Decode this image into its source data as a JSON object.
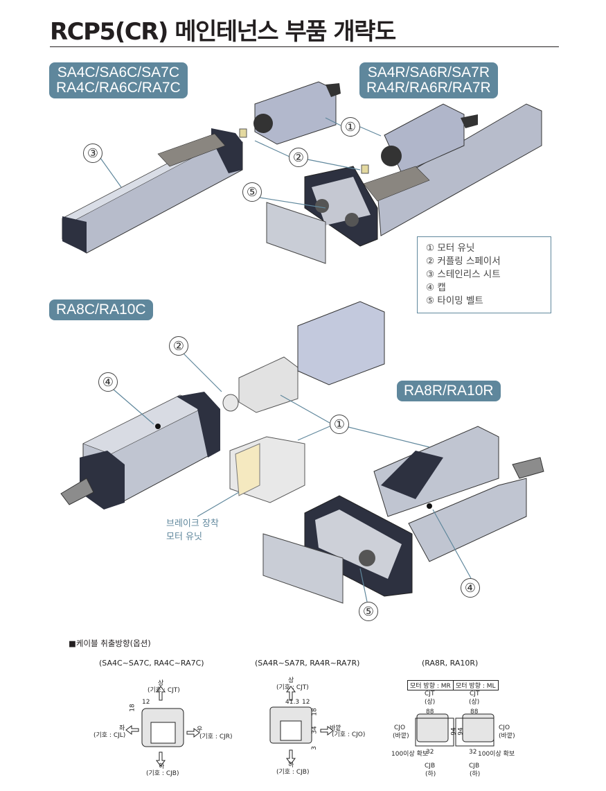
{
  "title": "RCP5(CR) 메인테넌스 부품 개략도",
  "badges": {
    "sa_c": [
      "SA4C/SA6C/SA7C",
      "RA4C/RA6C/RA7C"
    ],
    "sa_r": [
      "SA4R/SA6R/SA7R",
      "RA4R/RA6R/RA7R"
    ],
    "ra8c": "RA8C/RA10C",
    "ra8r": "RA8R/RA10R"
  },
  "callouts": [
    "①",
    "②",
    "③",
    "④",
    "⑤"
  ],
  "legend": [
    "① 모터 유닛",
    "② 커플링 스페이서",
    "③ 스테인리스 시트",
    "④ 캡",
    "⑤ 타이밍 벨트"
  ],
  "brake_label": [
    "브레이크 장착",
    "모터 유닛"
  ],
  "cable": {
    "heading": "■케이블 취출방향(옵션)",
    "diagram1": {
      "caption": "(SA4C~SA7C, RA4C~RA7C)",
      "top": "상",
      "top_code": "(기호 : CJT)",
      "left": "좌",
      "left_code": "(기호 : CJL)",
      "right": "우",
      "right_code": "(기호 : CJR)",
      "bottom": "하",
      "bottom_code": "(기호 : CJB)",
      "dims": [
        "12",
        "18"
      ]
    },
    "diagram2": {
      "caption": "(SA4R~SA7R, RA4R~RA7R)",
      "top": "상",
      "top_code": "(기호 : CJT)",
      "out": "바깥",
      "out_code": "(기호 : CJO)",
      "bottom": "하",
      "bottom_code": "(기호 : CJB)",
      "dims": [
        "41.3",
        "12",
        "18",
        "34",
        "3"
      ]
    },
    "diagram3": {
      "caption": "(RA8R, RA10R)",
      "mr": "모터 방향 : MR",
      "ml": "모터 방향 : ML",
      "cjt": "CJT",
      "cjt_k": "(상)",
      "cjo": "CJO",
      "cjo_k": "(바깥)",
      "cjb": "CJB",
      "cjb_k": "(하)",
      "dim88": "88",
      "dim94": "94",
      "dim32": "32",
      "clearance": "100이상 확보"
    }
  }
}
